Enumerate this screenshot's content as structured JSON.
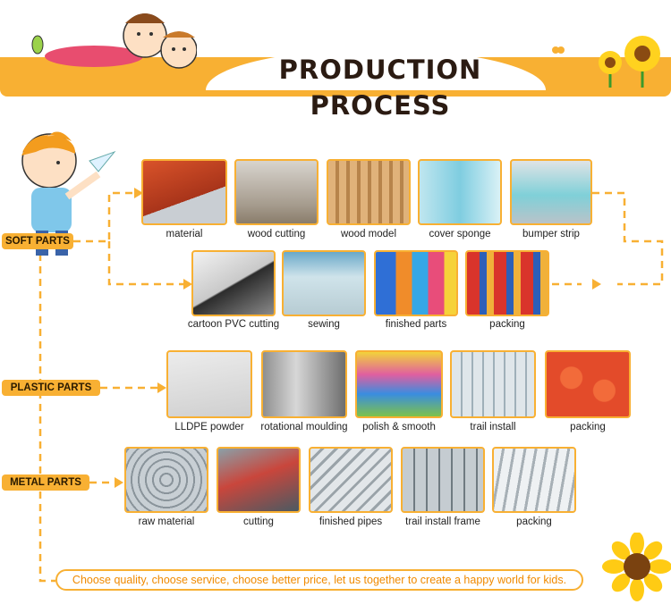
{
  "header": {
    "title": "PRODUCTION PROCESS"
  },
  "sections": {
    "soft": {
      "label": "SOFT PARTS"
    },
    "plastic": {
      "label": "PLASTIC PARTS"
    },
    "metal": {
      "label": "METAL PARTS"
    }
  },
  "soft_row1": [
    "material",
    "wood cutting",
    "wood model",
    "cover sponge",
    "bumper strip"
  ],
  "soft_row2": [
    "cartoon PVC cutting",
    "sewing",
    "finished parts",
    "packing"
  ],
  "plastic_row": [
    "LLDPE powder",
    "rotational moulding",
    "polish & smooth",
    "trail install",
    "packing"
  ],
  "metal_row": [
    "raw material",
    "cutting",
    "finished pipes",
    "trail install frame",
    "packing"
  ],
  "footer": {
    "text": "Choose quality, choose service, choose better price, let us together to create a happy world for kids."
  },
  "colors": {
    "accent": "#f8b033",
    "footer_text": "#f08a00"
  },
  "icons": [
    "kids-illustration-icon",
    "sunflower-icon",
    "boy-with-paper-plane-icon",
    "butterfly-icon"
  ]
}
